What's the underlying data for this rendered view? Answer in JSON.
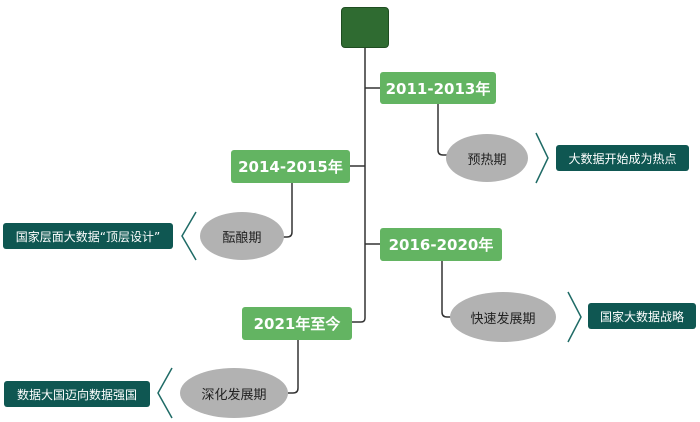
{
  "colors": {
    "root": "#2f6b31",
    "period": "#63b462",
    "phase": "#b2b2b2",
    "description": "#0f5752",
    "connector": "#333333",
    "bracket": "#1f6b66"
  },
  "periods": [
    {
      "label": "2011-2013年",
      "phase": "预热期",
      "description": "大数据开始成为热点"
    },
    {
      "label": "2014-2015年",
      "phase": "酝酿期",
      "description": "国家层面大数据“顶层设计”"
    },
    {
      "label": "2016-2020年",
      "phase": "快速发展期",
      "description": "国家大数据战略"
    },
    {
      "label": "2021年至今",
      "phase": "深化发展期",
      "description": "数据大国迈向数据强国"
    }
  ]
}
